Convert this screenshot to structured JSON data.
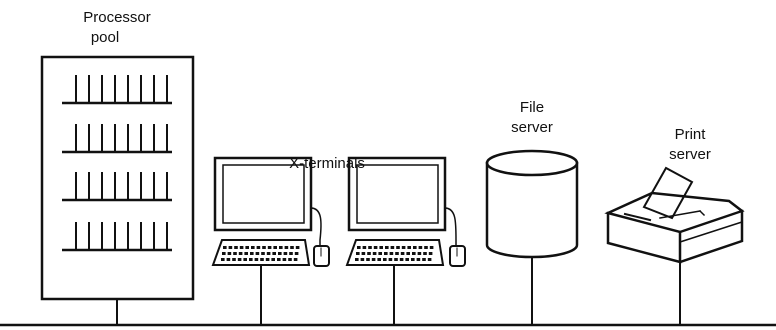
{
  "nodes": {
    "processor_pool": {
      "label_line1": "Processor",
      "label_line2": "pool"
    },
    "x_terminals": {
      "label": "X-terminals"
    },
    "file_server": {
      "label_line1": "File",
      "label_line2": "server"
    },
    "print_server": {
      "label_line1": "Print",
      "label_line2": "server"
    }
  },
  "colors": {
    "ink": "#111111",
    "background": "#ffffff"
  }
}
